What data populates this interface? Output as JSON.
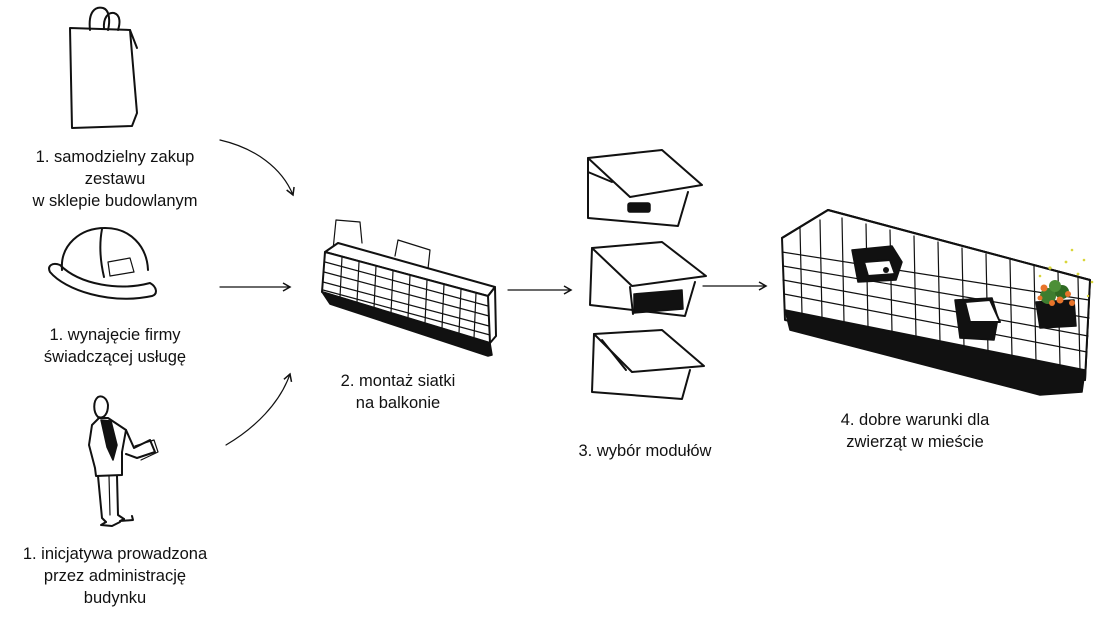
{
  "diagram": {
    "start_options": [
      {
        "lines": [
          "1. samodzielny zakup",
          "zestawu",
          "w sklepie budowlanym"
        ],
        "icon": "shopping-bag-icon"
      },
      {
        "lines": [
          "1. wynajęcie firmy",
          "świadczącej usługę"
        ],
        "icon": "hard-hat-icon"
      },
      {
        "lines": [
          "1. inicjatywa prowadzona",
          "przez administrację",
          "budynku"
        ],
        "icon": "administrator-person-icon"
      }
    ],
    "steps": [
      {
        "lines": [
          "2. montaż siatki",
          "na balkonie"
        ],
        "icon": "balcony-mesh-icon"
      },
      {
        "lines": [
          "3. wybór modułów"
        ],
        "icon": "nest-modules-icon"
      },
      {
        "lines": [
          "4. dobre warunki dla",
          "zwierząt w mieście"
        ],
        "icon": "balcony-with-modules-icon"
      }
    ],
    "colors": {
      "ink": "#111111",
      "flower": "#e8742a",
      "leaf": "#3e7d2f",
      "pollen": "#d9d63a"
    }
  }
}
